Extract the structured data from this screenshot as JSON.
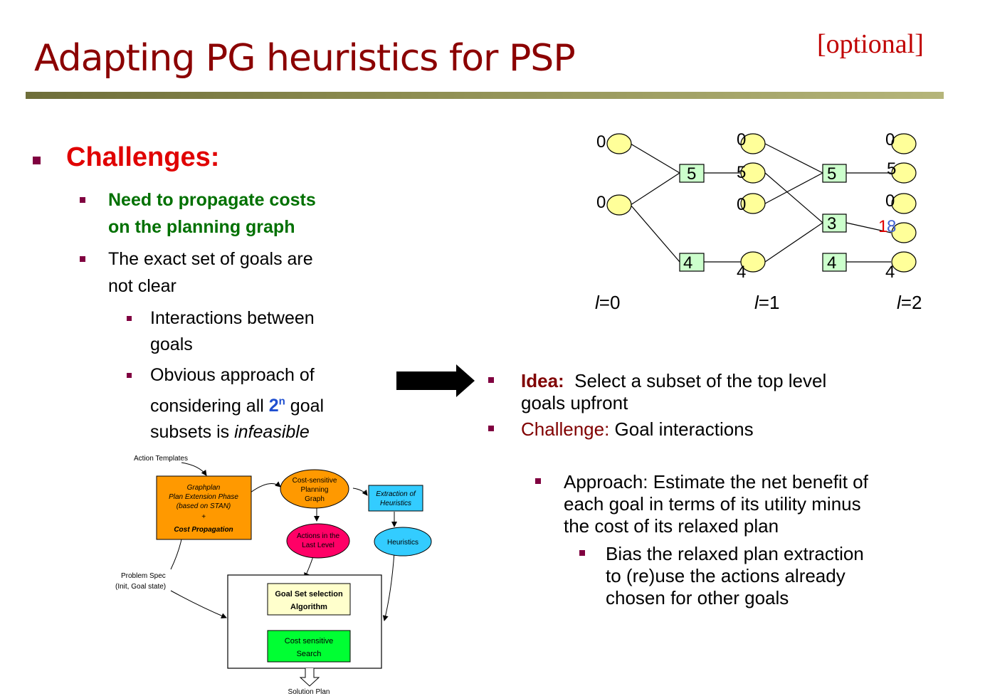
{
  "slide": {
    "title": "Adapting PG heuristics for PSP",
    "tag": "[optional]"
  },
  "left": {
    "heading": "Challenges:",
    "b1": "Need to propagate costs on the planning graph",
    "b1_l1": "Need to propagate costs",
    "b1_l2": "on the planning graph",
    "b2_l1": "The exact set of goals are",
    "b2_l2": "not clear",
    "b3_l1": "Interactions between",
    "b3_l2": "goals",
    "b4_l1": "Obvious approach of",
    "b4_l2a": "considering all ",
    "b4_base": "2",
    "b4_sup": "n",
    "b4_l2b": " goal",
    "b4_l3a": "subsets is ",
    "b4_l3b": "infeasible"
  },
  "right": {
    "idea_label": "Idea:",
    "idea_l1": "  Select a subset of the top level",
    "idea_l2": "goals upfront",
    "challenge_label": "Challenge:",
    "challenge_text": " Goal interactions",
    "approach_l1": "Approach: Estimate the net benefit of",
    "approach_l2": "each goal in terms of its utility minus",
    "approach_l3": "the cost of its relaxed plan",
    "bias_l1": "Bias the relaxed plan extraction",
    "bias_l2": "to (re)use the actions already",
    "bias_l3": "chosen for other goals"
  },
  "planning_graph": {
    "level0_costs": [
      "0",
      "0"
    ],
    "action0_costs": [
      "5",
      "4"
    ],
    "level1_costs": [
      "0",
      "5",
      "0",
      "4"
    ],
    "action1_costs": [
      "5",
      "3",
      "4"
    ],
    "level2_costs": [
      "0",
      "5",
      "0",
      "1",
      "8",
      "4"
    ],
    "level_labels": [
      {
        "var": "l",
        "eq": "=0"
      },
      {
        "var": "l",
        "eq": "=1"
      },
      {
        "var": "l",
        "eq": "=2"
      }
    ],
    "colors": {
      "proposition": "#ffff99",
      "action": "#ccffcc",
      "highlight_blue": "#4060d0",
      "highlight_red": "#e00000"
    }
  },
  "architecture": {
    "action_templates": "Action Templates",
    "graphplan_l1": "Graphplan",
    "graphplan_l2": "Plan Extension Phase",
    "graphplan_l3": "(based on STAN)",
    "graphplan_plus": "+",
    "graphplan_l4": "Cost Propagation",
    "cspg_l1": "Cost-sensitive",
    "cspg_l2": "Planning",
    "cspg_l3": "Graph",
    "extraction_l1": "Extraction of",
    "extraction_l2": "Heuristics",
    "actions_l1": "Actions in the",
    "actions_l2": "Last Level",
    "heuristics": "Heuristics",
    "problem_l1": "Problem Spec",
    "problem_l2": "(Init, Goal state)",
    "goalset_l1": "Goal Set selection",
    "goalset_l2": "Algorithm",
    "cost_search_l1": "Cost sensitive",
    "cost_search_l2": "Search",
    "solution": "Solution Plan",
    "colors": {
      "orange": "#ff9900",
      "cyan": "#33ccff",
      "pink": "#ff0066",
      "lightyellow": "#ffffcc",
      "green": "#00ff33"
    }
  }
}
